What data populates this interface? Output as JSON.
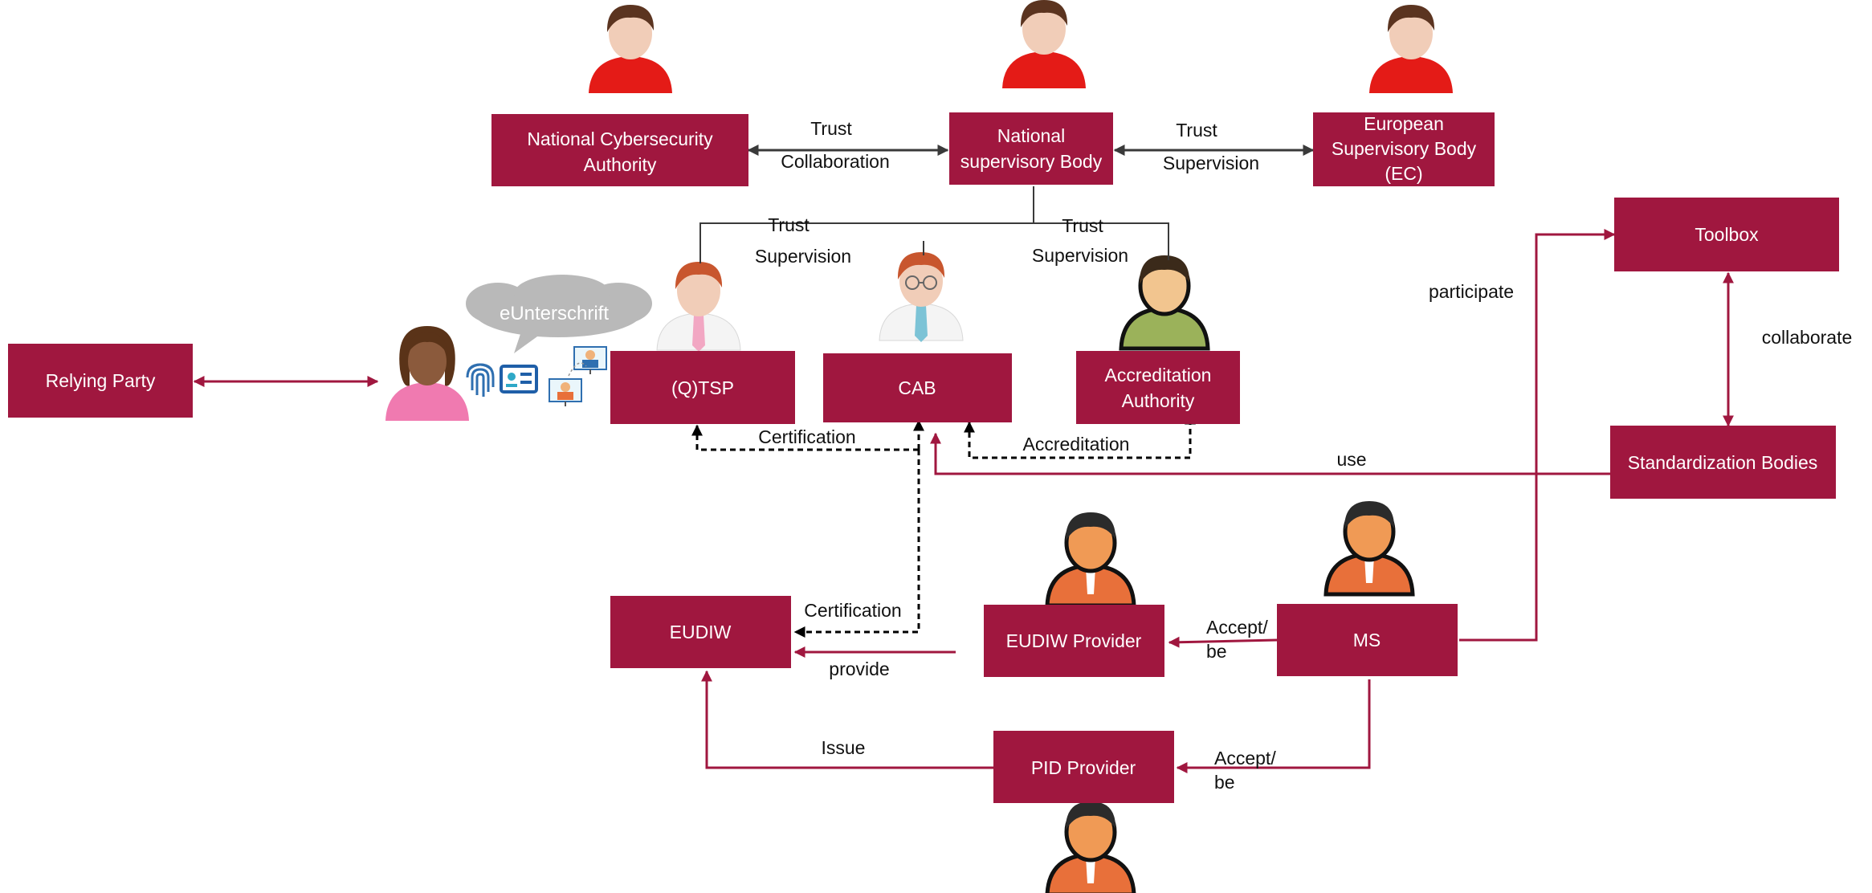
{
  "colors": {
    "box": "#a0173f",
    "box_text": "#ffffff",
    "dark_arrow": "#3a3a3a",
    "crimson_arrow": "#a0173f",
    "dashed_arrow": "#000000",
    "bubble": "#b9b9b9"
  },
  "nodes": {
    "ncsa": "National Cybersecurity\nAuthority",
    "nsb": "National\nsupervisory Body",
    "esb": "European\nSupervisory Body\n(EC)",
    "toolbox": "Toolbox",
    "relying_party": "Relying Party",
    "qtsp": "(Q)TSP",
    "cab": "CAB",
    "accreditation_authority": "Accreditation\nAuthority",
    "standardization_bodies": "Standardization Bodies",
    "eudiw": "EUDIW",
    "eudiw_provider": "EUDIW Provider",
    "ms": "MS",
    "pid_provider": "PID Provider"
  },
  "edge_labels": {
    "trust_collab_1": "Trust",
    "trust_collab_2": "Collaboration",
    "trust_sup_esb_1": "Trust",
    "trust_sup_esb_2": "Supervision",
    "trust_sup_qtsp_1": "Trust",
    "trust_sup_qtsp_2": "Supervision",
    "trust_sup_aa_1": "Trust",
    "trust_sup_aa_2": "Supervision",
    "participate": "participate",
    "collaborate": "collaborate",
    "use": "use",
    "certification_qtsp": "Certification",
    "accreditation": "Accreditation",
    "certification_eudiw": "Certification",
    "provide": "provide",
    "accept_be_1a": "Accept/",
    "accept_be_1b": "be",
    "issue": "Issue",
    "accept_be_2a": "Accept/",
    "accept_be_2b": "be"
  },
  "bubble": {
    "text": "eUnterschrift"
  },
  "icons": [
    "user-red-shirt-icon",
    "user-shirt-tie-icon",
    "user-glasses-icon",
    "user-green-icon",
    "user-orange-icon",
    "user-woman-pink-icon",
    "fingerprint-icon",
    "id-card-icon",
    "video-call-icon"
  ]
}
